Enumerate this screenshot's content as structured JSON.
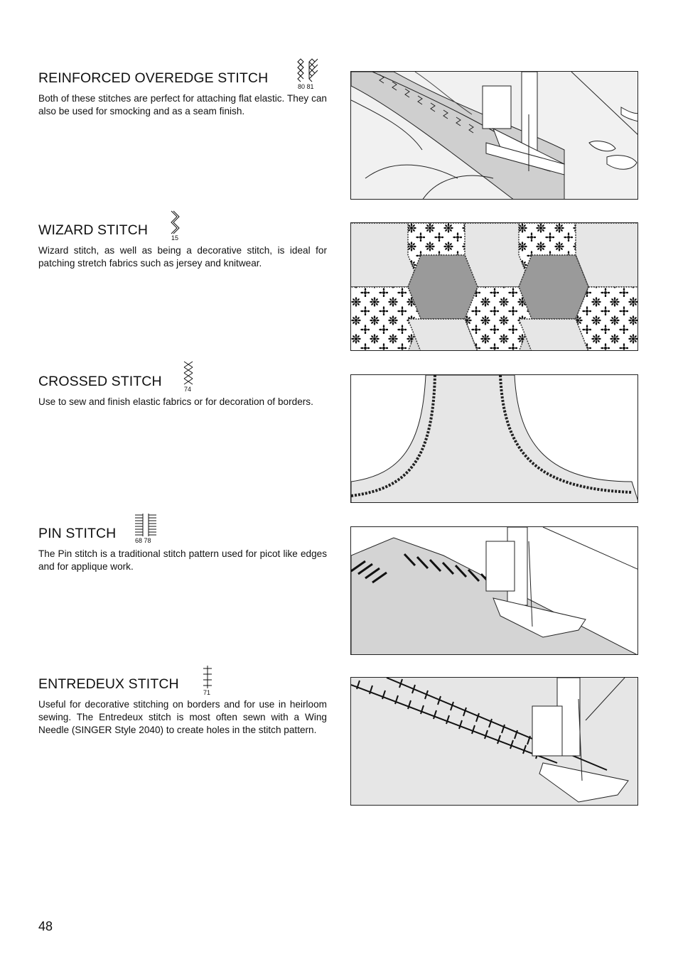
{
  "sections": [
    {
      "title": "REINFORCED OVEREDGE STITCH",
      "numbers": "80  81",
      "description": "Both of these stitches are perfect for attaching flat elastic. They can also be used for smocking and as a seam finish.",
      "icon": "reinforced-overedge-stitch-icon"
    },
    {
      "title": "WIZARD STITCH",
      "numbers": "15",
      "description": "Wizard stitch, as well as being a decorative stitch, is ideal for patching stretch fabrics such as jersey and knitwear.",
      "icon": "wizard-stitch-icon"
    },
    {
      "title": "CROSSED STITCH",
      "numbers": "74",
      "description": "Use to sew and finish elastic fabrics or for decoration of borders.",
      "icon": "crossed-stitch-icon"
    },
    {
      "title": "PIN STITCH",
      "numbers": "68  78",
      "description": "The Pin stitch is a traditional stitch pattern used for picot like edges and for applique work.",
      "icon": "pin-stitch-icon"
    },
    {
      "title": "ENTREDEUX STITCH",
      "numbers": "71",
      "description": "Useful for decorative stitching on borders and for use in heirloom sewing. The Entredeux stitch is most often sewn with a Wing Needle (SINGER Style 2040) to create holes in the stitch pattern.",
      "icon": "entredeux-stitch-icon"
    }
  ],
  "page_number": "48"
}
